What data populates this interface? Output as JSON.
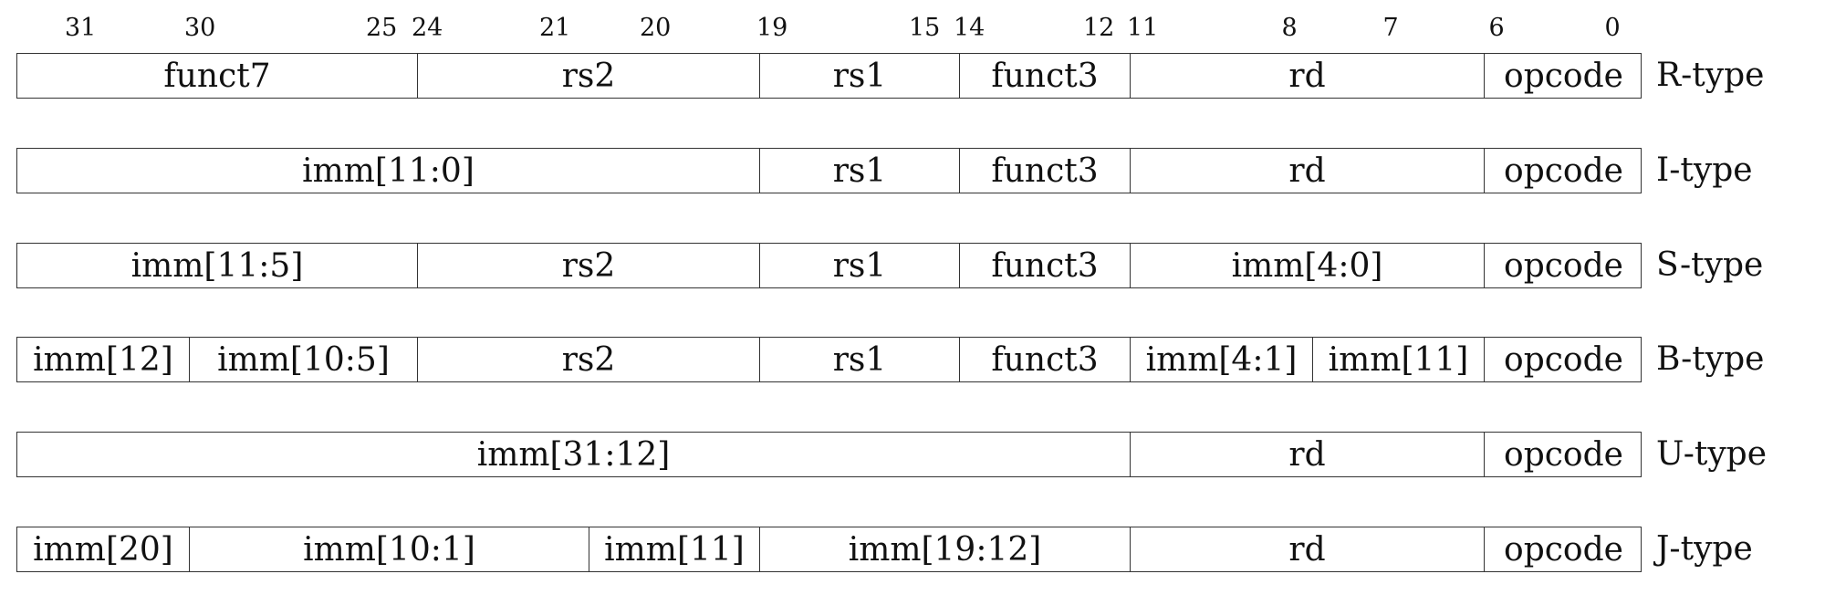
{
  "bit_labels": [
    "31",
    "30",
    "25",
    "24",
    "21",
    "20",
    "19",
    "15",
    "14",
    "12",
    "11",
    "8",
    "7",
    "6",
    "0"
  ],
  "formats": [
    {
      "type_label": "R-type",
      "fields": [
        "funct7",
        "rs2",
        "rs1",
        "funct3",
        "rd",
        "opcode"
      ]
    },
    {
      "type_label": "I-type",
      "fields": [
        "imm[11:0]",
        "rs1",
        "funct3",
        "rd",
        "opcode"
      ]
    },
    {
      "type_label": "S-type",
      "fields": [
        "imm[11:5]",
        "rs2",
        "rs1",
        "funct3",
        "imm[4:0]",
        "opcode"
      ]
    },
    {
      "type_label": "B-type",
      "fields": [
        "imm[12]",
        "imm[10:5]",
        "rs2",
        "rs1",
        "funct3",
        "imm[4:1]",
        "imm[11]",
        "opcode"
      ]
    },
    {
      "type_label": "U-type",
      "fields": [
        "imm[31:12]",
        "rd",
        "opcode"
      ]
    },
    {
      "type_label": "J-type",
      "fields": [
        "imm[20]",
        "imm[10:1]",
        "imm[11]",
        "imm[19:12]",
        "rd",
        "opcode"
      ]
    }
  ]
}
